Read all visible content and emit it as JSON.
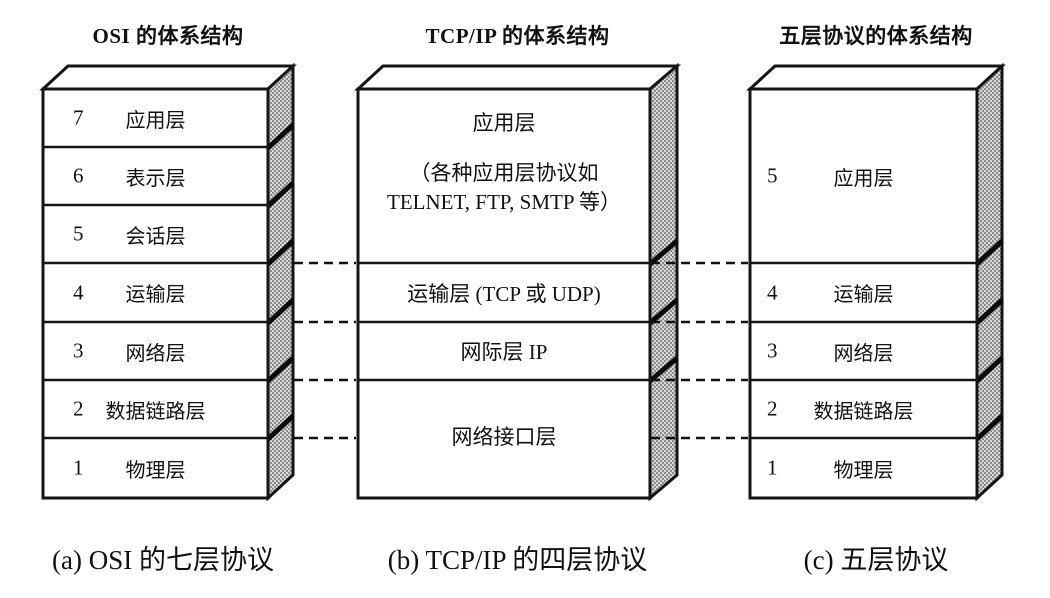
{
  "diagram": {
    "stacks": [
      {
        "id": "osi",
        "title": "OSI 的体系结构",
        "caption": "(a) OSI 的七层协议",
        "layers": [
          {
            "num": "7",
            "label": "应用层"
          },
          {
            "num": "6",
            "label": "表示层"
          },
          {
            "num": "5",
            "label": "会话层"
          },
          {
            "num": "4",
            "label": "运输层"
          },
          {
            "num": "3",
            "label": "网络层"
          },
          {
            "num": "2",
            "label": "数据链路层"
          },
          {
            "num": "1",
            "label": "物理层"
          }
        ]
      },
      {
        "id": "tcpip",
        "title": "TCP/IP 的体系结构",
        "caption": "(b) TCP/IP 的四层协议",
        "layers": [
          {
            "label": "应用层",
            "sub1": "（各种应用层协议如",
            "sub2": "TELNET, FTP, SMTP 等）"
          },
          {
            "label": "运输层 (TCP 或 UDP)"
          },
          {
            "label": "网际层 IP"
          },
          {
            "label": "网络接口层"
          }
        ]
      },
      {
        "id": "five-layer",
        "title": "五层协议的体系结构",
        "caption": "(c) 五层协议",
        "layers": [
          {
            "num": "5",
            "label": "应用层"
          },
          {
            "num": "4",
            "label": "运输层"
          },
          {
            "num": "3",
            "label": "网络层"
          },
          {
            "num": "2",
            "label": "数据链路层"
          },
          {
            "num": "1",
            "label": "物理层"
          }
        ]
      }
    ]
  }
}
